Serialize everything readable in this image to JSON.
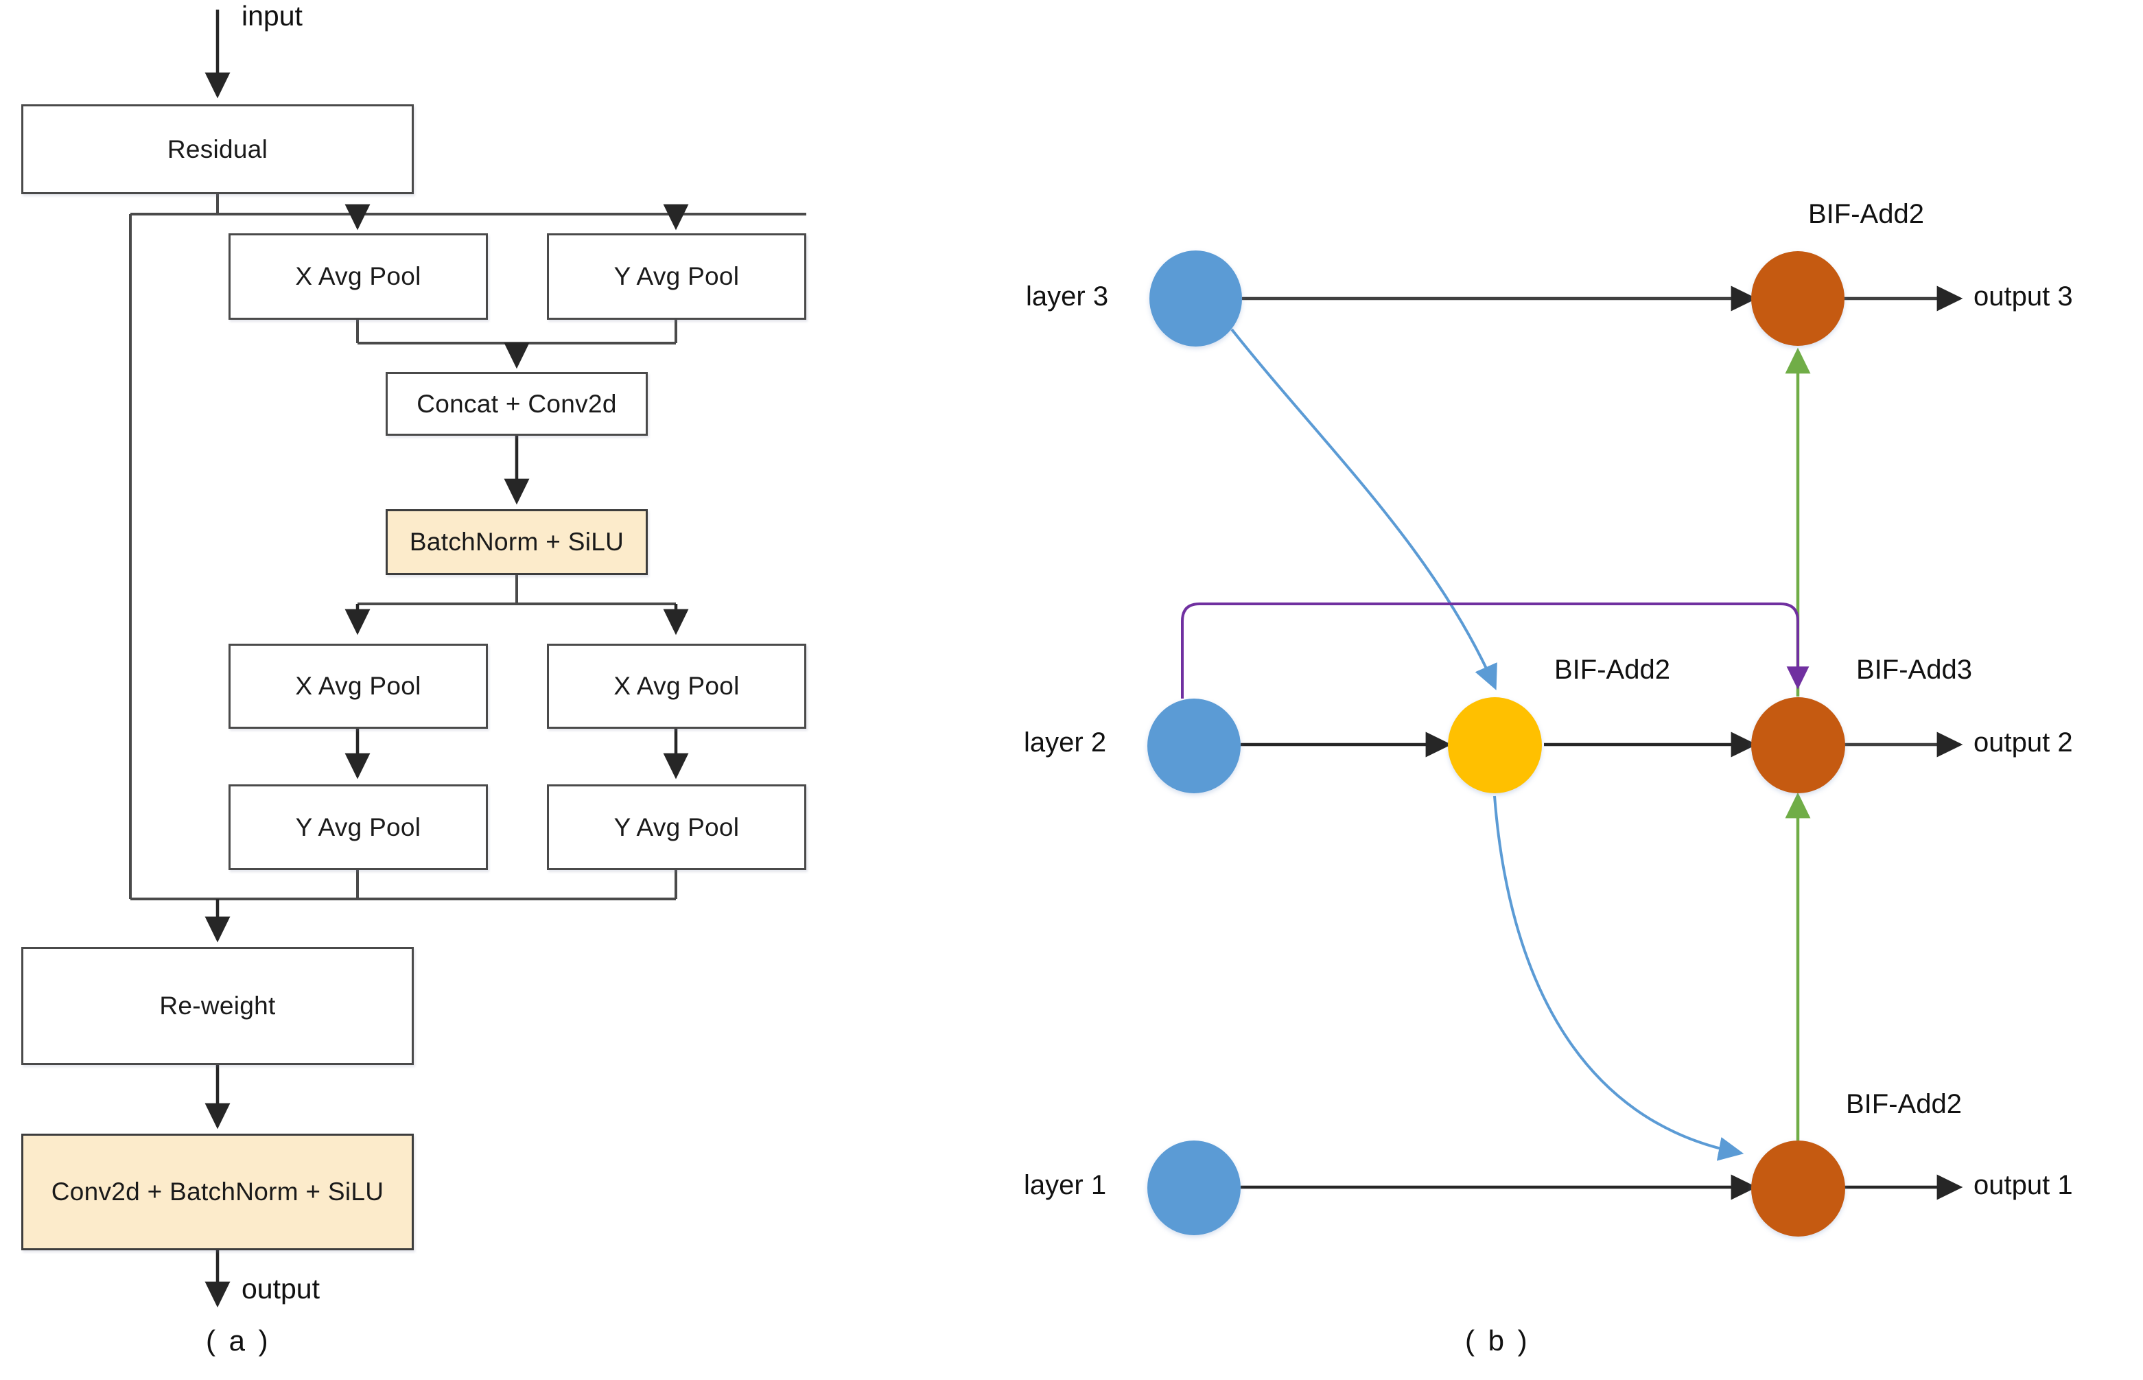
{
  "figure": {
    "panel_a": {
      "caption": "( a )",
      "input_label": "input",
      "output_label": "output",
      "boxes": [
        {
          "id": "residual",
          "label": "Residual",
          "style": "plain"
        },
        {
          "id": "x-avg-pool-1",
          "label": "X Avg Pool",
          "style": "plain"
        },
        {
          "id": "y-avg-pool-1",
          "label": "Y Avg Pool",
          "style": "plain"
        },
        {
          "id": "concat-conv2d",
          "label": "Concat + Conv2d",
          "style": "plain"
        },
        {
          "id": "batchnorm-silu",
          "label": "BatchNorm + SiLU",
          "style": "highlight"
        },
        {
          "id": "x-avg-pool-2",
          "label": "X Avg Pool",
          "style": "plain"
        },
        {
          "id": "x-avg-pool-3",
          "label": "X Avg Pool",
          "style": "plain"
        },
        {
          "id": "y-avg-pool-2",
          "label": "Y Avg Pool",
          "style": "plain"
        },
        {
          "id": "y-avg-pool-3",
          "label": "Y Avg Pool",
          "style": "plain"
        },
        {
          "id": "re-weight",
          "label": "Re-weight",
          "style": "plain"
        },
        {
          "id": "conv2d-bn-silu",
          "label": "Conv2d + BatchNorm + SiLU",
          "style": "highlight"
        }
      ]
    },
    "panel_b": {
      "caption": "( b )",
      "nodes": [
        {
          "id": "layer3",
          "label": "layer 3",
          "color": "#5b9bd5"
        },
        {
          "id": "layer2",
          "label": "layer 2",
          "color": "#5b9bd5"
        },
        {
          "id": "layer1",
          "label": "layer 1",
          "color": "#5b9bd5"
        },
        {
          "id": "bif-add2-top",
          "label": "BIF-Add2",
          "color": "#c55a11"
        },
        {
          "id": "bif-add2-mid",
          "label": "BIF-Add2",
          "color": "#ffc000"
        },
        {
          "id": "bif-add3-mid",
          "label": "BIF-Add3",
          "color": "#c55a11"
        },
        {
          "id": "bif-add2-bottom",
          "label": "BIF-Add2",
          "color": "#c55a11"
        }
      ],
      "outputs": [
        {
          "id": "output3",
          "label": "output 3"
        },
        {
          "id": "output2",
          "label": "output 2"
        },
        {
          "id": "output1",
          "label": "output 1"
        }
      ],
      "edge_colors": {
        "default": "#404040",
        "top_down_blue": "#5b9bd5",
        "bottom_up_green": "#70ad47",
        "skip_purple": "#7030a0"
      }
    }
  },
  "colors": {
    "box_border": "#4a4a4a",
    "box_highlight_fill": "#fcebcb",
    "node_blue": "#5b9bd5",
    "node_orange": "#c55a11",
    "node_yellow": "#ffc000",
    "arrow_black": "#262626",
    "arrow_blue": "#5b9bd5",
    "arrow_green": "#70ad47",
    "arrow_purple": "#7030a0",
    "background": "#ffffff"
  }
}
